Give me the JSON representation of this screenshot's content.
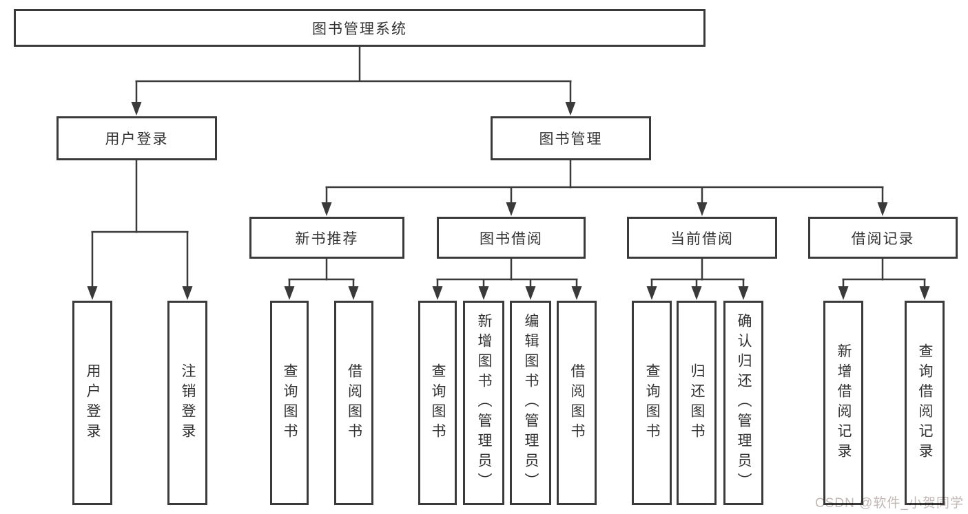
{
  "diagram": {
    "title": "图书管理系统",
    "branches": [
      {
        "label": "用户登录",
        "children": [
          "用户登录",
          "注销登录"
        ]
      },
      {
        "label": "图书管理",
        "sections": [
          {
            "label": "新书推荐",
            "children": [
              "查询图书",
              "借阅图书"
            ]
          },
          {
            "label": "图书借阅",
            "children": [
              "查询图书",
              "新增图书（管理员）",
              "编辑图书（管理员）",
              "借阅图书"
            ]
          },
          {
            "label": "当前借阅",
            "children": [
              "查询图书",
              "归还图书",
              "确认归还（管理员）"
            ]
          },
          {
            "label": "借阅记录",
            "children": [
              "新增借阅记录",
              "查询借阅记录"
            ]
          }
        ]
      }
    ]
  },
  "watermark": {
    "text": "CSDN @软件_小贺同学"
  },
  "colors": {
    "line": "#3a3a3a",
    "border": "#3a3a3a",
    "text": "#333333",
    "watermark": "#c3b8b6",
    "background": "#ffffff"
  }
}
